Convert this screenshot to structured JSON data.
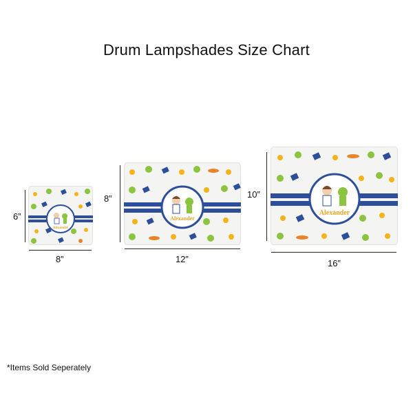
{
  "title": "Drum Lampshades Size Chart",
  "footnote": "*Items Sold Seperately",
  "name_text": "Alexander",
  "colors": {
    "navy": "#2d4e9b",
    "green": "#8bc43f",
    "yellow": "#f4b21c",
    "orange": "#e8842a",
    "shade_bg": "#f4f4f2"
  },
  "shades": [
    {
      "width_label": "8”",
      "height_label": "6”"
    },
    {
      "width_label": "12”",
      "height_label": "8”"
    },
    {
      "width_label": "16”",
      "height_label": "10”"
    }
  ]
}
